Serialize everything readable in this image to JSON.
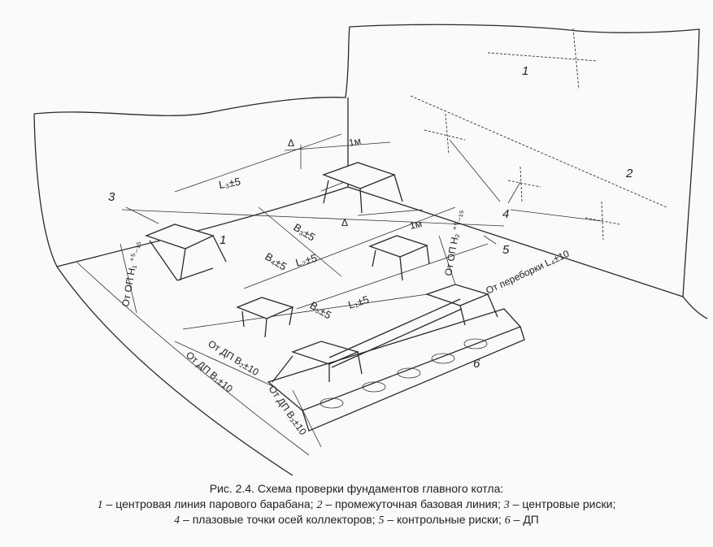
{
  "figure": {
    "labels": {
      "n1": "1",
      "n2": "2",
      "n3": "3",
      "n4": "4",
      "n5": "5",
      "n6": "6",
      "n1_wall": "1"
    },
    "dims": {
      "l3": "L₃±5",
      "l2": "L₂±5",
      "l1": "L₁±5",
      "b3": "B₃±5",
      "b4": "B₄±5",
      "b5": "B₅±5",
      "one_m_top": "1м",
      "one_m_mid": "1м",
      "delta_top": "Δ",
      "delta_mid": "Δ",
      "op_h1": "От ОП Н₁ ⁺⁵₋₁₅",
      "op_h2": "От ОП Н₂ ⁺⁵₋₁₅",
      "dp_b2": "От ДП В₂±10",
      "dp_b1": "От ДП В₁±10",
      "dp_b3": "От ДП В₃±10",
      "bulkhead_l4": "От переборки L₄±10"
    }
  },
  "caption": {
    "title": "Рис. 2.4. Схема проверки фундаментов главного котла:",
    "line1": [
      {
        "num": "1",
        "text": " – центровая линия парового барабана; "
      },
      {
        "num": "2",
        "text": " – промежуточная базовая линия; "
      },
      {
        "num": "3",
        "text": " – центровые риски;"
      }
    ],
    "line2": [
      {
        "num": "4",
        "text": " – плазовые точки осей коллекторов; "
      },
      {
        "num": "5",
        "text": " – контрольные риски; "
      },
      {
        "num": "6",
        "text": " – ДП"
      }
    ]
  }
}
